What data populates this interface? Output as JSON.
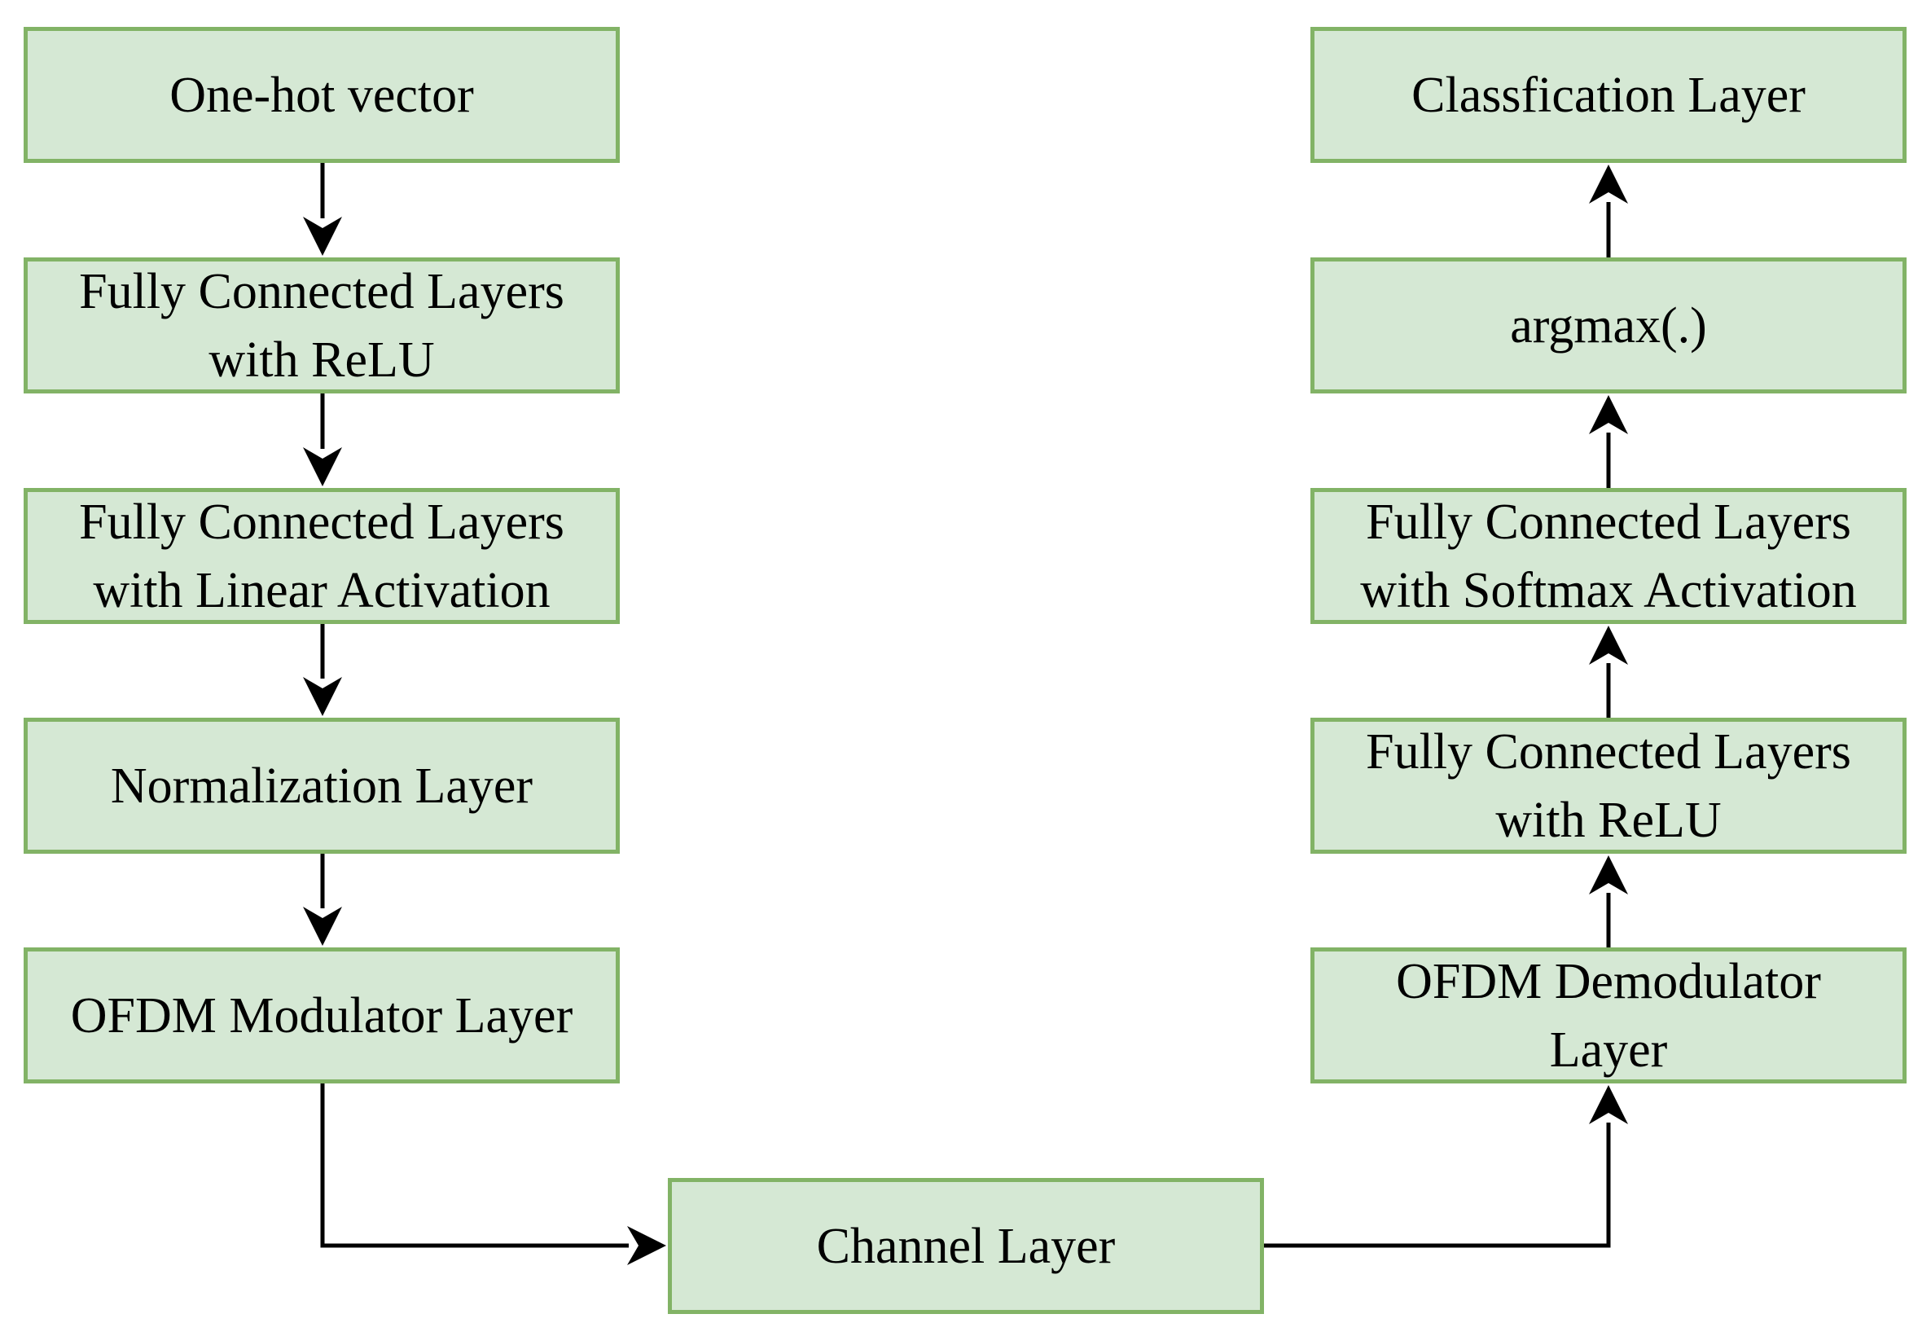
{
  "diagram": {
    "colors": {
      "box_fill": "#d5e8d4",
      "box_border": "#82b366",
      "arrow": "#000000",
      "text": "#000000"
    },
    "transmitter": {
      "one_hot": "One-hot vector",
      "fc_relu": "Fully Connected Layers\nwith ReLU",
      "fc_linear": "Fully Connected Layers\nwith Linear Activation",
      "normalization": "Normalization Layer",
      "ofdm_modulator": "OFDM Modulator Layer"
    },
    "channel": {
      "label": "Channel Layer"
    },
    "receiver": {
      "ofdm_demodulator": "OFDM Demodulator\nLayer",
      "fc_relu": "Fully Connected Layers\nwith ReLU",
      "fc_softmax": "Fully Connected Layers\nwith Softmax Activation",
      "argmax": "argmax(.)",
      "classification": "Classfication Layer"
    },
    "edges": [
      {
        "from": "One-hot vector",
        "to": "Fully Connected Layers with ReLU"
      },
      {
        "from": "Fully Connected Layers with ReLU",
        "to": "Fully Connected Layers with Linear Activation"
      },
      {
        "from": "Fully Connected Layers with Linear Activation",
        "to": "Normalization Layer"
      },
      {
        "from": "Normalization Layer",
        "to": "OFDM Modulator Layer"
      },
      {
        "from": "OFDM Modulator Layer",
        "to": "Channel Layer"
      },
      {
        "from": "Channel Layer",
        "to": "OFDM Demodulator Layer"
      },
      {
        "from": "OFDM Demodulator Layer",
        "to": "Fully Connected Layers with ReLU"
      },
      {
        "from": "Fully Connected Layers with ReLU",
        "to": "Fully Connected Layers with Softmax Activation"
      },
      {
        "from": "Fully Connected Layers with Softmax Activation",
        "to": "argmax(.)"
      },
      {
        "from": "argmax(.)",
        "to": "Classfication Layer"
      }
    ]
  }
}
